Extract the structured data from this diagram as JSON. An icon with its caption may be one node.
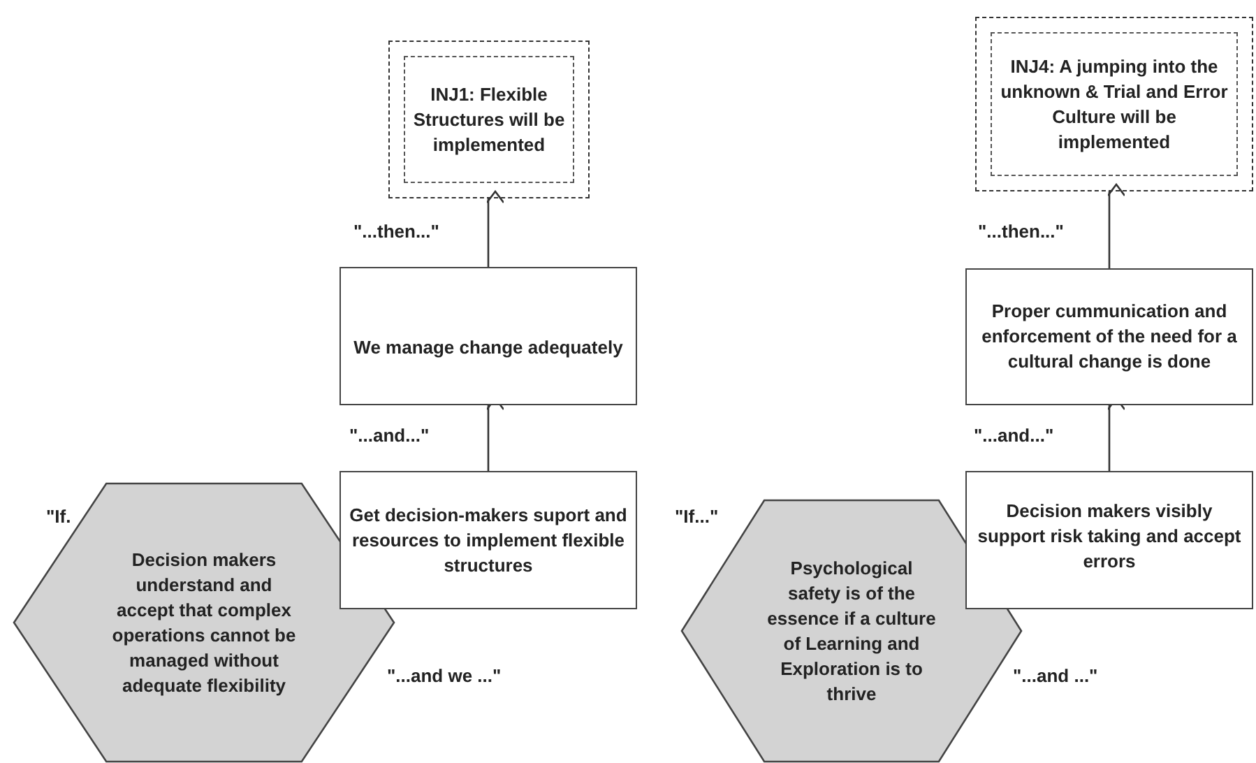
{
  "diagram": {
    "nodes": [
      {
        "text": [
          "INJ1: Flexible Structures will be implemented"
        ]
      },
      {
        "text": [
          "We manage change adequately"
        ]
      },
      {
        "text": [
          "Get decision-makers suport and resources to implement flexible structures"
        ]
      },
      {
        "text": [
          "Decision makers understand and accept  that complex operations cannot be managed without adequate flexibility"
        ]
      },
      {
        "text": [
          "INJ4: A jumping into the unknown & Trial and Error Culture will be implemented"
        ]
      },
      {
        "text": [
          "Proper cummunication and enforcement of the need for a cultural change is done"
        ]
      },
      {
        "text": [
          "Decision makers visibly support risk taking and accept errors"
        ]
      },
      {
        "text": [
          "Psychological safety is of the essence if a culture of Learning and Exploration is to thrive"
        ]
      }
    ],
    "edges": [
      {
        "from": 1,
        "to": 0,
        "arrow": "to"
      },
      {
        "from": 2,
        "to": 1,
        "arrow": "to"
      },
      {
        "from": 5,
        "to": 4,
        "arrow": "to"
      },
      {
        "from": 6,
        "to": 5,
        "arrow": "to"
      }
    ],
    "labels": [
      "\"...then...\"",
      "\"...then...\"",
      "\"...and...\"",
      "\"...and...\"",
      "\"If.",
      "\"If...\"",
      "\"...and we ...\"",
      "\"...and ...\""
    ]
  }
}
